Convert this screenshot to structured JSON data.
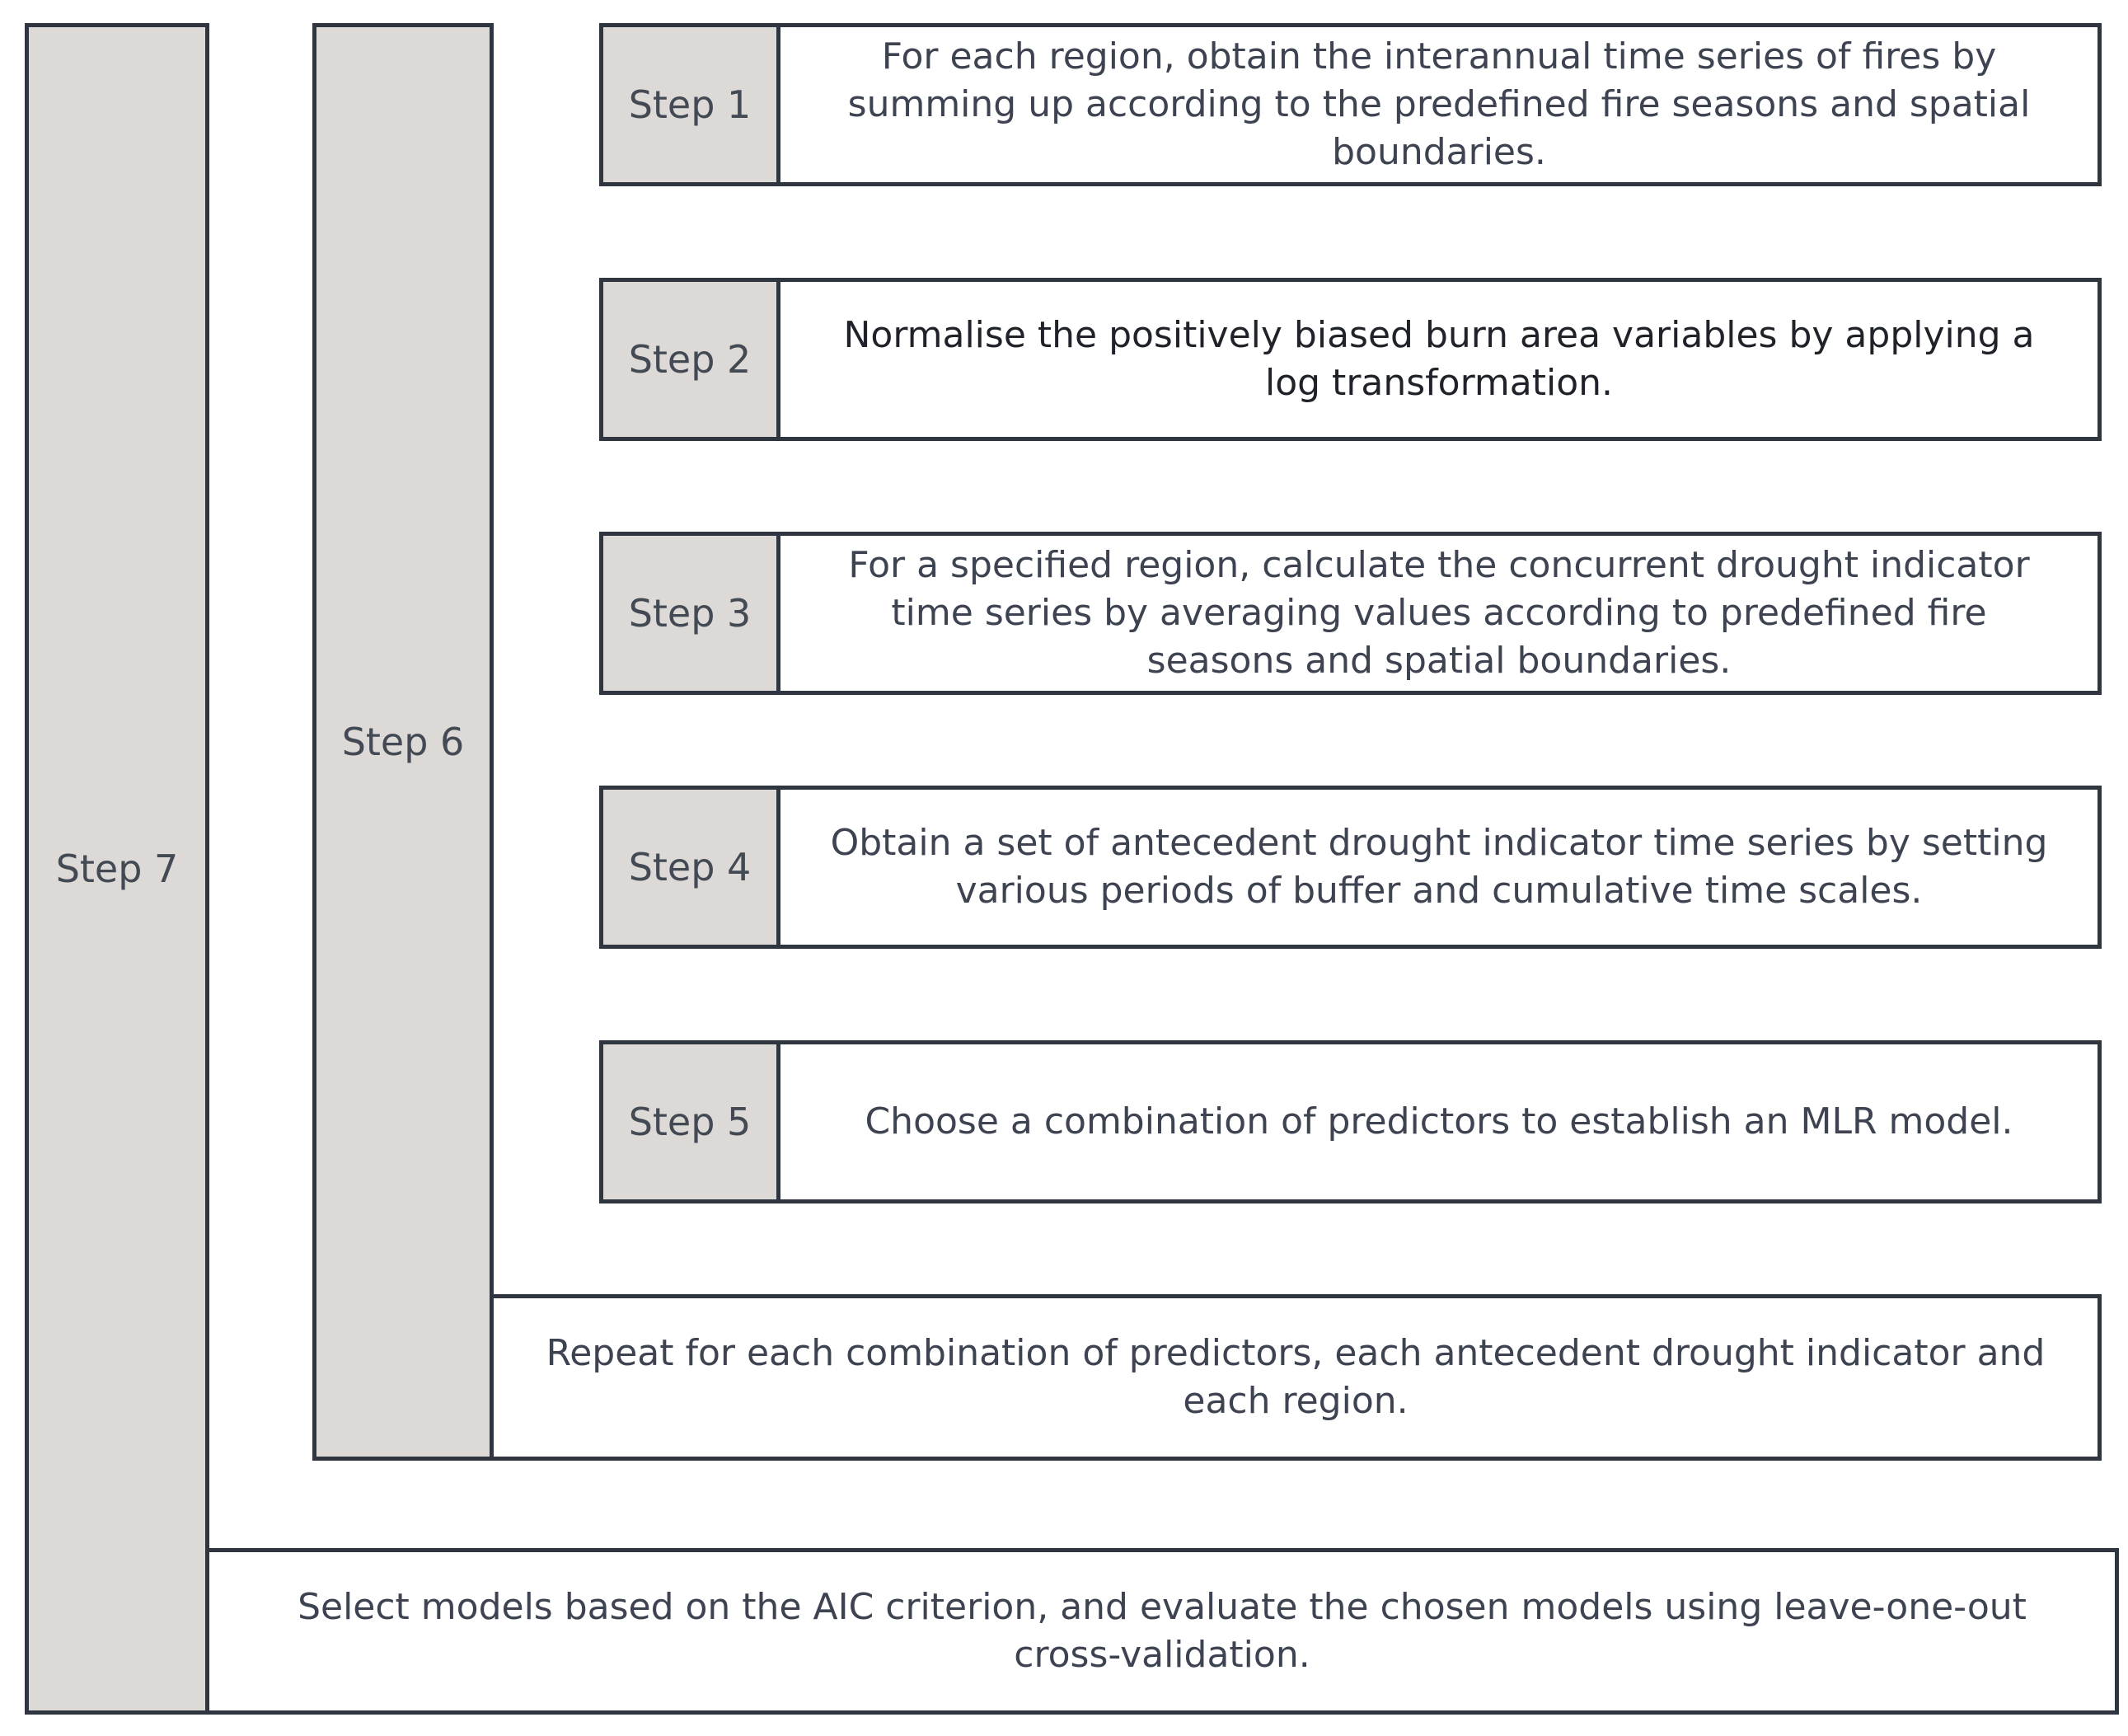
{
  "steps": [
    {
      "label": "Step 1",
      "text": "For each region, obtain the interannual time series of fires by summing up according to the predefined fire seasons and spatial boundaries."
    },
    {
      "label": "Step 2",
      "text": "Normalise the positively biased burn area variables by applying a log transformation."
    },
    {
      "label": "Step 3",
      "text": "For a specified region, calculate the concurrent drought indicator time series by averaging values according to predefined fire seasons and spatial boundaries."
    },
    {
      "label": "Step 4",
      "text": "Obtain a set of antecedent drought indicator time series by setting various periods of buffer and cumulative time scales."
    },
    {
      "label": "Step 5",
      "text": "Choose a combination of predictors to establish an MLR model."
    }
  ],
  "step6": {
    "label": "Step 6",
    "text": "Repeat for each combination of predictors, each antecedent drought indicator and each region."
  },
  "step7": {
    "label": "Step 7",
    "text": "Select models based on the AIC criterion, and evaluate the chosen models using leave-one-out cross-validation."
  }
}
